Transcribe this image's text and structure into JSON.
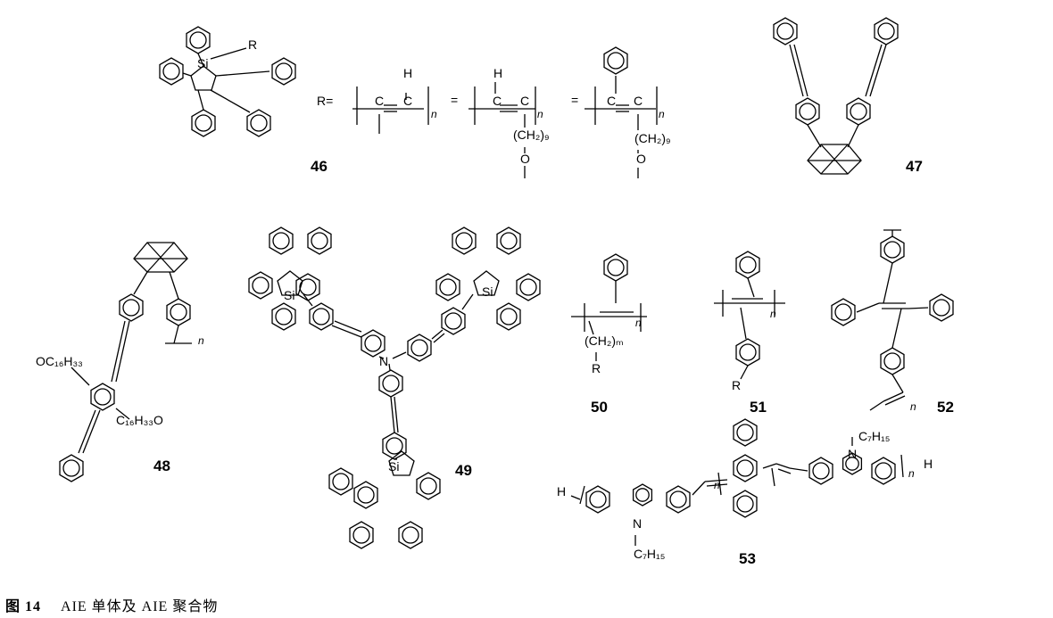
{
  "caption": {
    "figure_label": "图 14",
    "title": "AIE 单体及 AIE 聚合物"
  },
  "compounds": {
    "c46": {
      "number": "46",
      "si": "Si",
      "r": "R",
      "r_eq": "R=",
      "eq": "=",
      "h": "H",
      "c": "C",
      "n": "n",
      "ch2_9": "(CH₂)₉",
      "o": "O"
    },
    "c47": {
      "number": "47"
    },
    "c48": {
      "number": "48",
      "sub1": "OC₁₆H₃₃",
      "sub2": "C₁₆H₃₃O",
      "n": "n"
    },
    "c49": {
      "number": "49",
      "n_atom": "N",
      "si": "Si"
    },
    "c50": {
      "number": "50",
      "ch2_m": "(CH₂)ₘ",
      "r": "R",
      "n": "n"
    },
    "c51": {
      "number": "51",
      "r": "R",
      "n": "n"
    },
    "c52": {
      "number": "52",
      "n": "n"
    },
    "c53": {
      "number": "53",
      "h": "H",
      "n_atom": "N",
      "c7h15": "C₇H₁₅",
      "n": "n"
    }
  }
}
